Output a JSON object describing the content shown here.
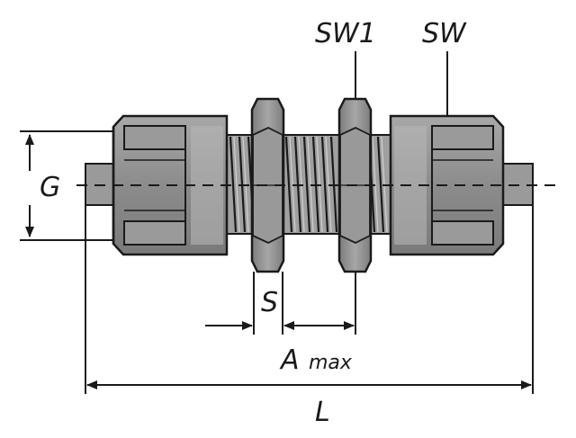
{
  "labels": {
    "sw1": "SW1",
    "sw": "SW",
    "g": "G",
    "s": "S",
    "a": "A",
    "a_sub": "max",
    "l": "L"
  },
  "colors": {
    "body_fill": "#8f8f8f",
    "body_light": "#b5b5b5",
    "body_dark": "#6a6a6a",
    "outline": "#1a1a1a",
    "thread_fill": "#a0a0a0"
  }
}
